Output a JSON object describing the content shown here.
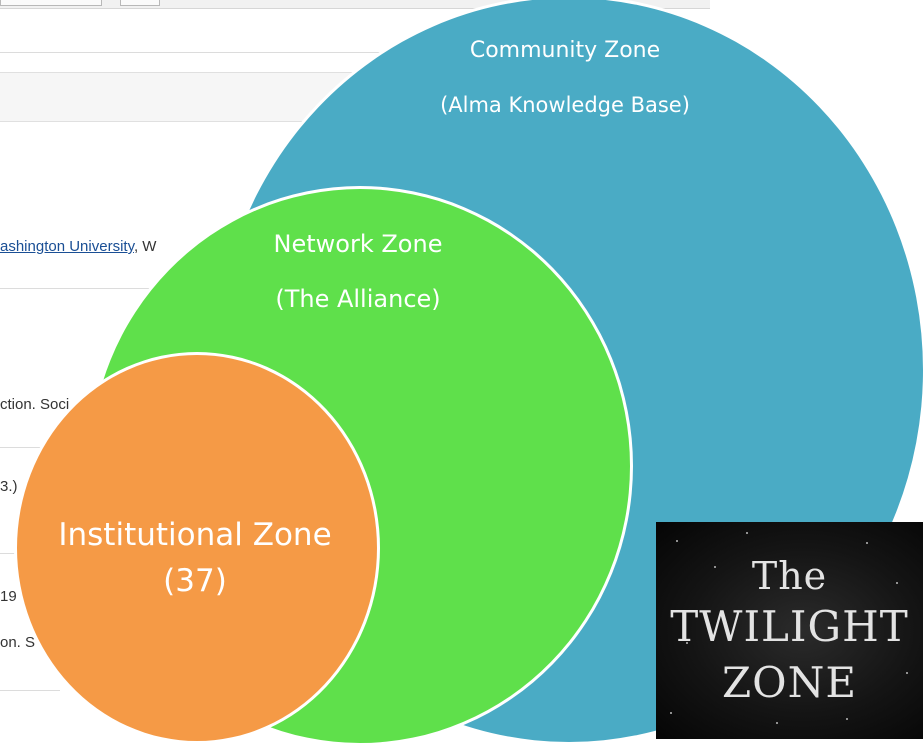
{
  "background_page": {
    "text_university": "ashington University",
    "text_comma": ", W",
    "text_1": "ction. Soci",
    "text_2": "3.)",
    "text_3": "19",
    "text_4": "on. S"
  },
  "diagram": {
    "community": {
      "title": "Community Zone",
      "subtitle": "(Alma Knowledge Base)",
      "color": "#4aabc5"
    },
    "network": {
      "title": "Network Zone",
      "subtitle": "(The Alliance)",
      "color": "#5fe04b"
    },
    "institutional": {
      "title": "Institutional Zone (37)",
      "color": "#f59a46"
    }
  },
  "logo": {
    "line1": "The",
    "line2": "TWILIGHT",
    "line3": "ZONE"
  }
}
